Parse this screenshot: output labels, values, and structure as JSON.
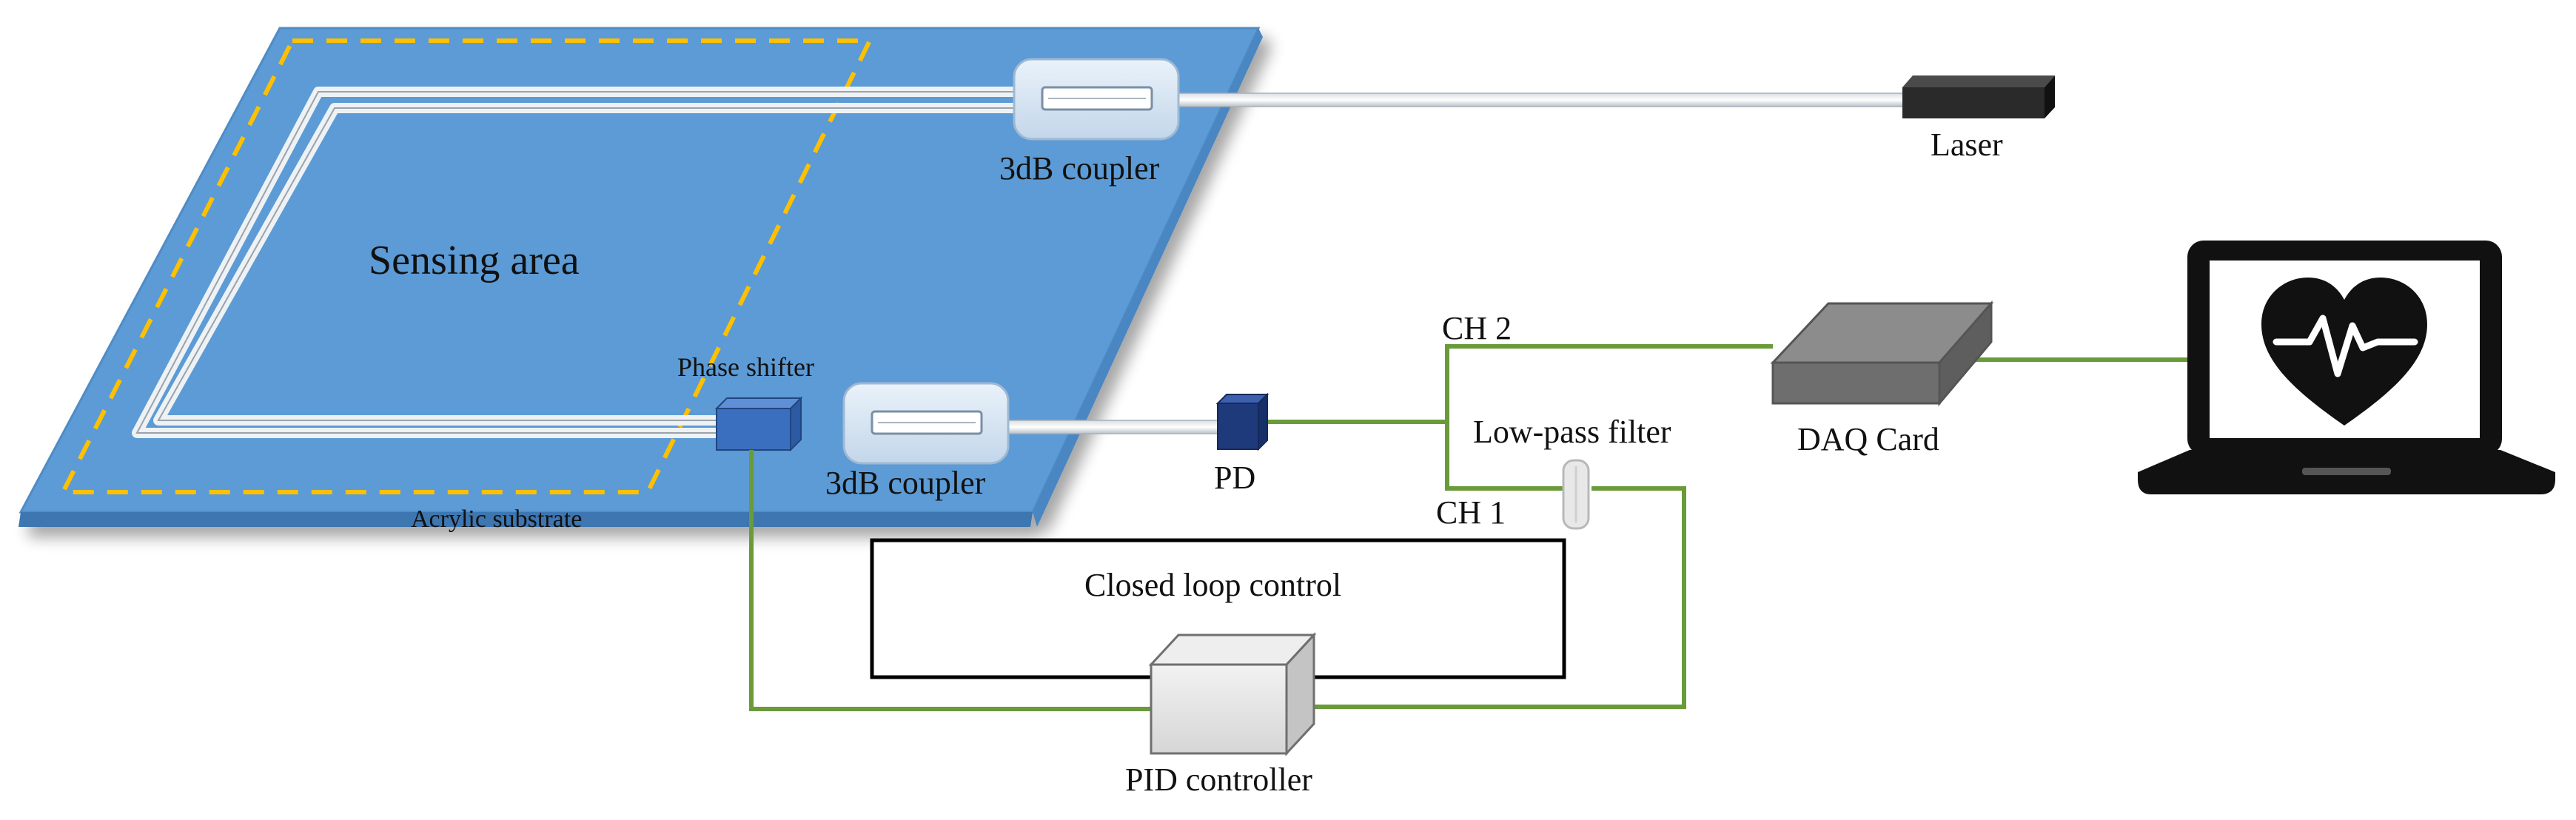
{
  "labels": {
    "sensing_area": "Sensing area",
    "coupler_top": "3dB coupler",
    "coupler_bottom": "3dB coupler",
    "laser": "Laser",
    "phase_shifter": "Phase shifter",
    "acrylic_substrate": "Acrylic substrate",
    "pd": "PD",
    "ch2": "CH 2",
    "ch1": "CH 1",
    "low_pass_filter": "Low-pass filter",
    "daq_card": "DAQ Card",
    "closed_loop_control": "Closed loop control",
    "pid_controller": "PID controller"
  },
  "icons": {
    "monitor": "heart-rate-icon"
  },
  "colors": {
    "substrate": "#5b9bd5",
    "substrate_edge": "#3d76b0",
    "sensing_border": "#ffc000",
    "signal_wire": "#6a9a3a",
    "laser_body": "#2a2a2a",
    "daq_body": "#7f7f7f",
    "phase_shifter": "#3a6fc0",
    "photodetector": "#1f3a7a"
  }
}
